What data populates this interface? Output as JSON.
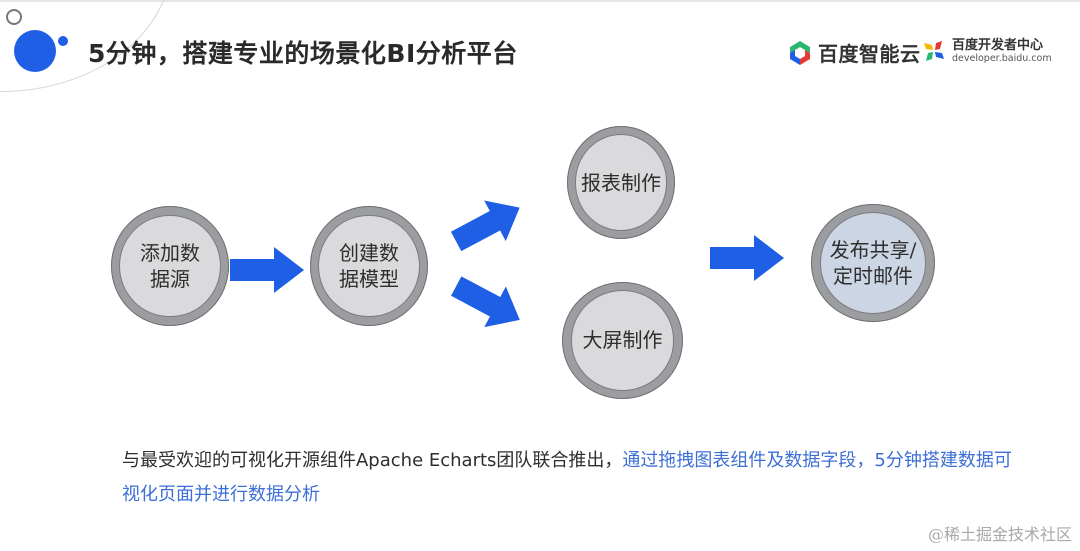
{
  "header": {
    "title": "5分钟，搭建专业的场景化BI分析平台",
    "logos": [
      {
        "name": "百度智能云",
        "icon": "baidu-cloud-hexagon-icon"
      },
      {
        "name": "百度开发者中心",
        "subtitle": "developer.baidu.com",
        "icon": "baidu-developer-pinwheel-icon"
      }
    ]
  },
  "flow": {
    "nodes": [
      {
        "id": "add-datasource",
        "lines": [
          "添加数",
          "据源"
        ]
      },
      {
        "id": "create-model",
        "lines": [
          "创建数",
          "据模型"
        ]
      },
      {
        "id": "report",
        "lines": [
          "报表制作"
        ]
      },
      {
        "id": "dashboard",
        "lines": [
          "大屏制作"
        ]
      },
      {
        "id": "publish",
        "lines": [
          "发布共享/",
          "定时邮件"
        ]
      }
    ],
    "arrows": [
      "right",
      "up-right",
      "down-right",
      "right"
    ],
    "colors": {
      "arrow": "#1f5fe6",
      "node_ring": "#9c9da0",
      "node_fill": "#dadadd",
      "publish_fill": "#ccd5e4"
    }
  },
  "caption": {
    "plain": "与最受欢迎的可视化开源组件Apache Echarts团队联合推出，",
    "highlight": "通过拖拽图表组件及数据字段，5分钟搭建数据可视化页面并进行数据分析",
    "highlight_color": "#3d6fd6"
  },
  "watermark": "@稀土掘金技术社区"
}
